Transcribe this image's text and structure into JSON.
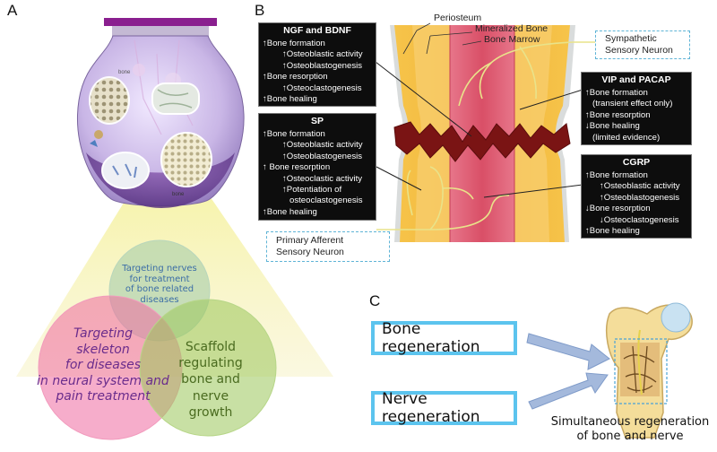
{
  "panels": {
    "a": "A",
    "b": "B",
    "c": "C"
  },
  "venn": {
    "top_circle": [
      "Targeting nerves",
      "for treatment",
      "of bone related",
      "diseases"
    ],
    "left_circle": [
      "Targeting",
      "skeleton",
      "for diseases",
      "in neural system and",
      "pain treatment"
    ],
    "right_circle": [
      "Scaffold",
      "regulating",
      "bone and nerve",
      "growth"
    ]
  },
  "bone_layers": {
    "periosteum": "Periosteum",
    "mineralized_bone": "Mineralized Bone",
    "bone_marrow": "Bone Marrow"
  },
  "neurons": {
    "sympathetic": [
      "Sympathetic",
      "Sensory Neuron"
    ],
    "primary_afferent": [
      "Primary Afferent",
      "Sensory Neuron"
    ]
  },
  "boxes": {
    "ngf": {
      "title": "NGF and BDNF",
      "lines": [
        "↑Bone formation",
        "↑Osteoblastic activity",
        "↑Osteoblastogenesis",
        "↑Bone resorption",
        "↑Osteoclastogenesis",
        "↑Bone healing"
      ]
    },
    "sp": {
      "title": "SP",
      "lines": [
        "↑Bone formation",
        "↑Osteoblastic activity",
        "↑Osteoblastogenesis",
        "↑ Bone resorption",
        "↑Osteoclastic activity",
        "↑Potentiation of",
        "osteoclastogenesis",
        "↑Bone healing"
      ]
    },
    "vip": {
      "title": "VIP and PACAP",
      "lines": [
        "↑Bone formation",
        "(transient effect only)",
        "↑Bone resorption",
        "↓Bone healing",
        "(limited evidence)"
      ]
    },
    "cgrp": {
      "title": "CGRP",
      "lines": [
        "↑Bone formation",
        "↑Osteoblastic activity",
        "↑Osteoblastogenesis",
        "↓Bone resorption",
        "↓Osteoclastogenesis",
        "↑Bone healing"
      ]
    }
  },
  "regeneration": {
    "bone": "Bone regeneration",
    "nerve": "Nerve regeneration",
    "caption": [
      "Simultaneous regeneration",
      "of bone and nerve"
    ]
  },
  "bulb_labels": {
    "bone_label_1": "bone",
    "bone_label_2": "bone"
  }
}
